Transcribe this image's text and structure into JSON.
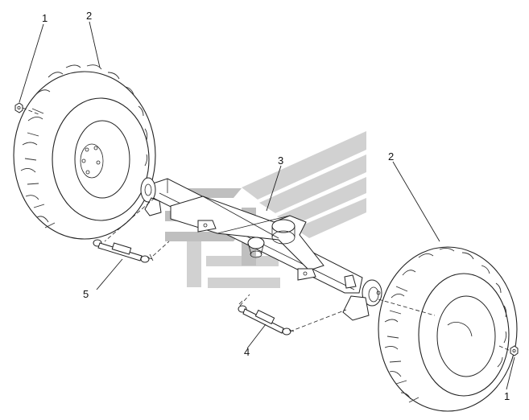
{
  "diagram": {
    "callouts": [
      {
        "id": "c1a",
        "label": "1"
      },
      {
        "id": "c2a",
        "label": "2"
      },
      {
        "id": "c3",
        "label": "3"
      },
      {
        "id": "c2b",
        "label": "2"
      },
      {
        "id": "c5",
        "label": "5"
      },
      {
        "id": "c4",
        "label": "4"
      },
      {
        "id": "c1b",
        "label": "1"
      }
    ]
  },
  "colors": {
    "ink": "#222222",
    "watermark": "#c9c9c9",
    "background": "#ffffff"
  }
}
